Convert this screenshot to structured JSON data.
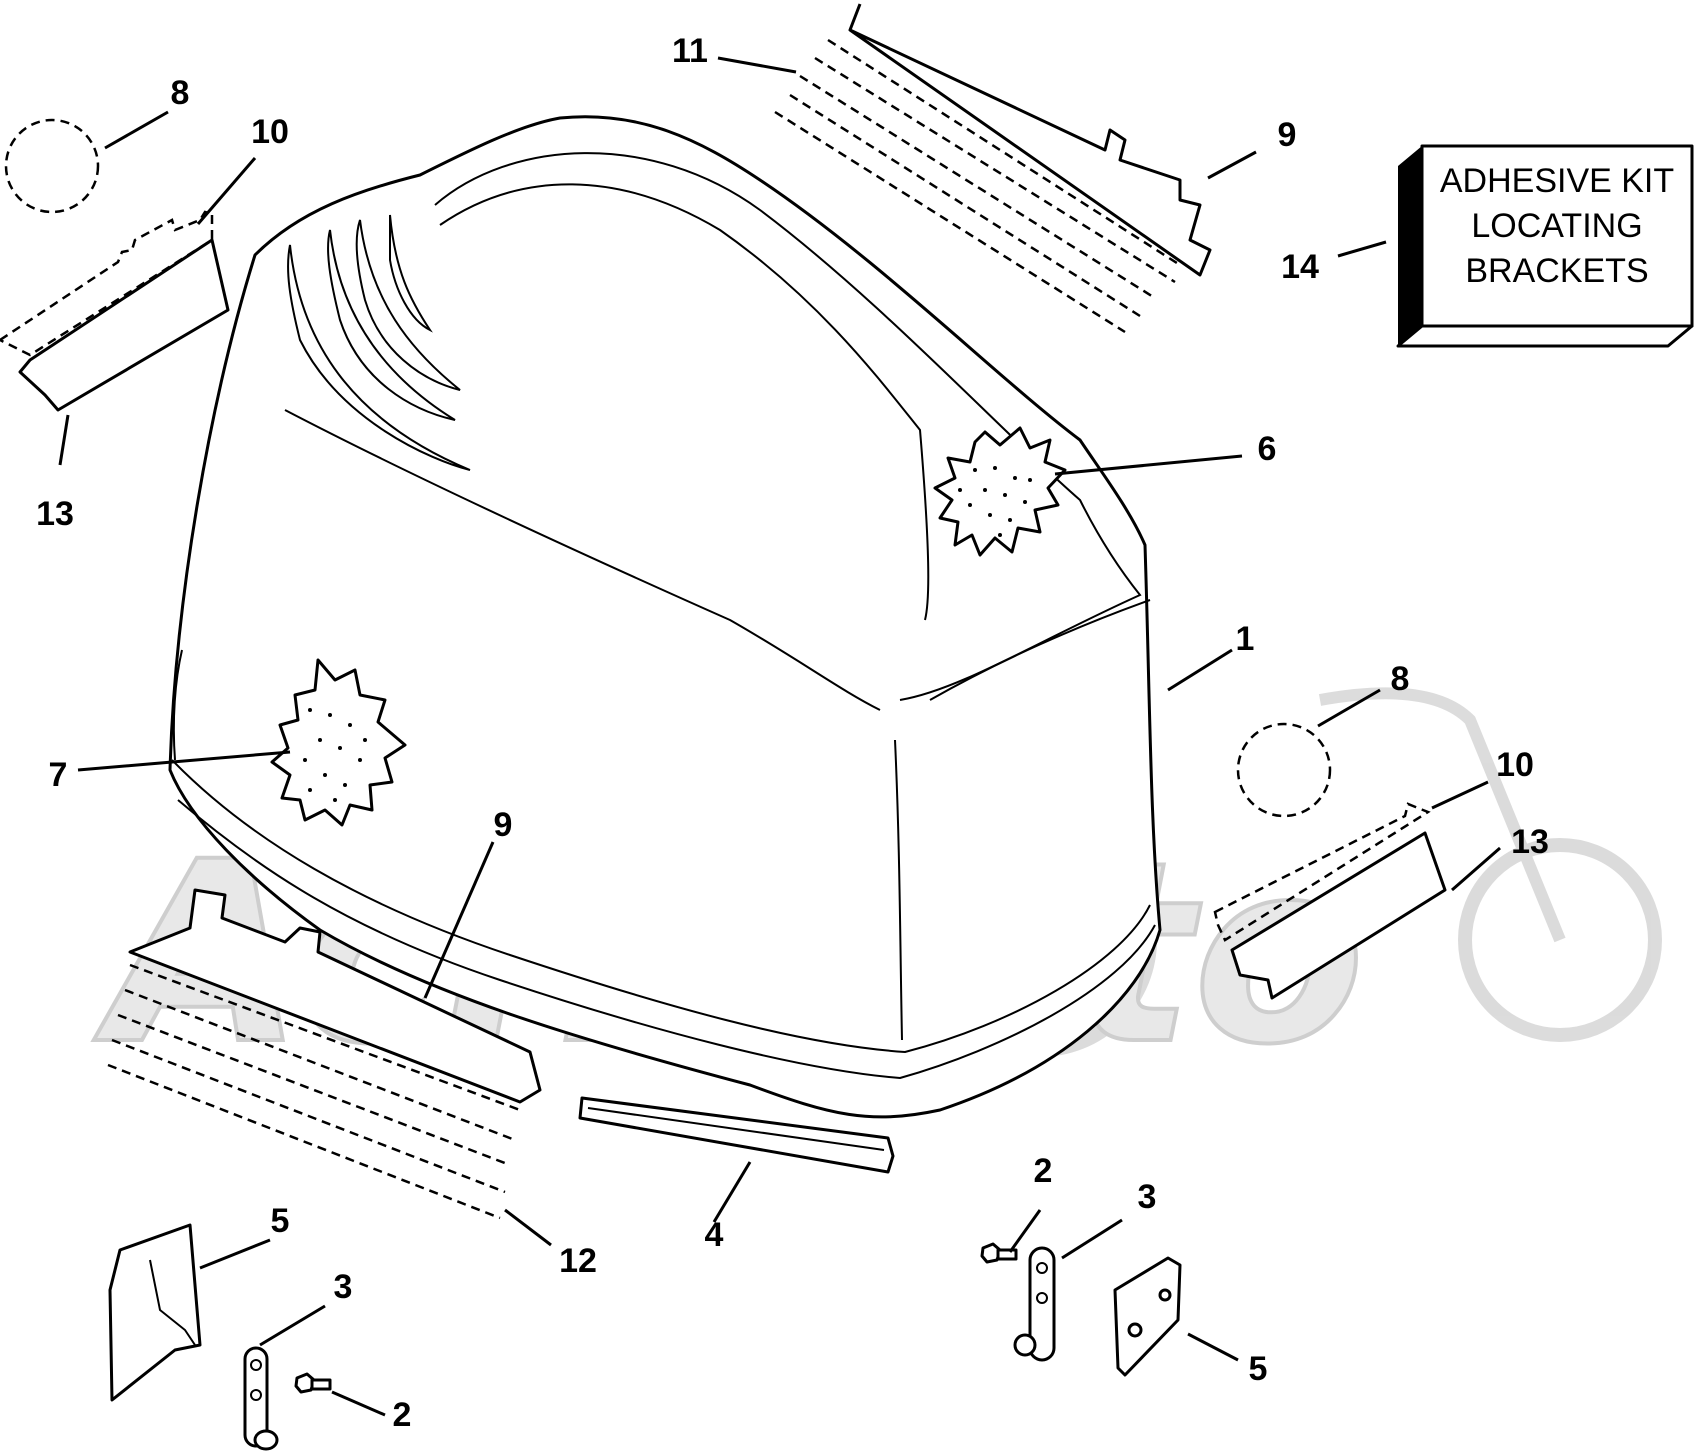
{
  "kit_label": {
    "line1": "ADHESIVE KIT",
    "line2": "LOCATING",
    "line3": "BRACKETS"
  },
  "callouts": {
    "c1": "1",
    "c2a": "2",
    "c2b": "2",
    "c3a": "3",
    "c3b": "3",
    "c4": "4",
    "c5a": "5",
    "c5b": "5",
    "c6": "6",
    "c7": "7",
    "c8a": "8",
    "c8b": "8",
    "c9a": "9",
    "c9b": "9",
    "c10a": "10",
    "c10b": "10",
    "c11": "11",
    "c12": "12",
    "c13a": "13",
    "c13b": "13",
    "c14": "14"
  },
  "watermark": "AcHMoto"
}
